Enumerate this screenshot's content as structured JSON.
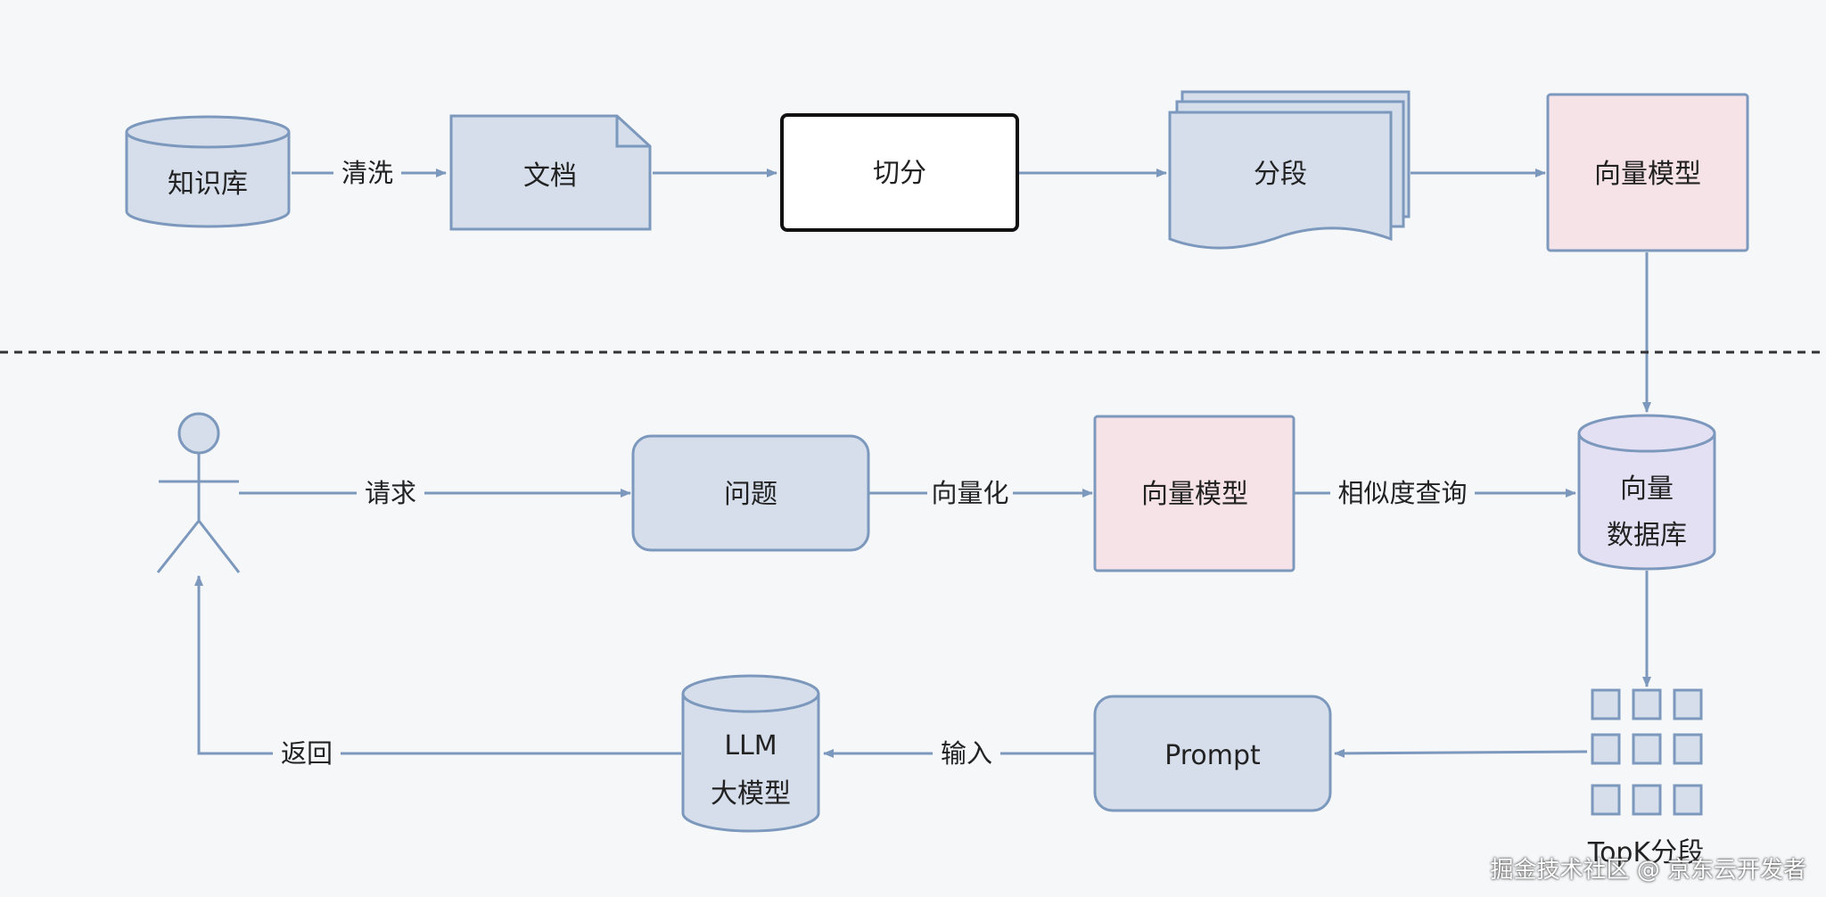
{
  "nodes": {
    "kb": "知识库",
    "doc": "文档",
    "split": "切分",
    "segments": "分段",
    "embed_top": "向量模型",
    "question": "问题",
    "embed_mid": "向量模型",
    "vecdb_line1": "向量",
    "vecdb_line2": "数据库",
    "topk": "TopK分段",
    "prompt": "Prompt",
    "llm_line1": "LLM",
    "llm_line2": "大模型"
  },
  "edges": {
    "clean": "清洗",
    "request": "请求",
    "vectorize": "向量化",
    "similarity": "相似度查询",
    "input": "输入",
    "return": "返回"
  },
  "watermark": "掘金技术社区 @ 京东云开发者",
  "colors": {
    "line": "#7c98bd",
    "blue_fill": "#d5deea",
    "pink_fill": "#f6e3e8",
    "purple_fill": "#e3e0f3"
  }
}
